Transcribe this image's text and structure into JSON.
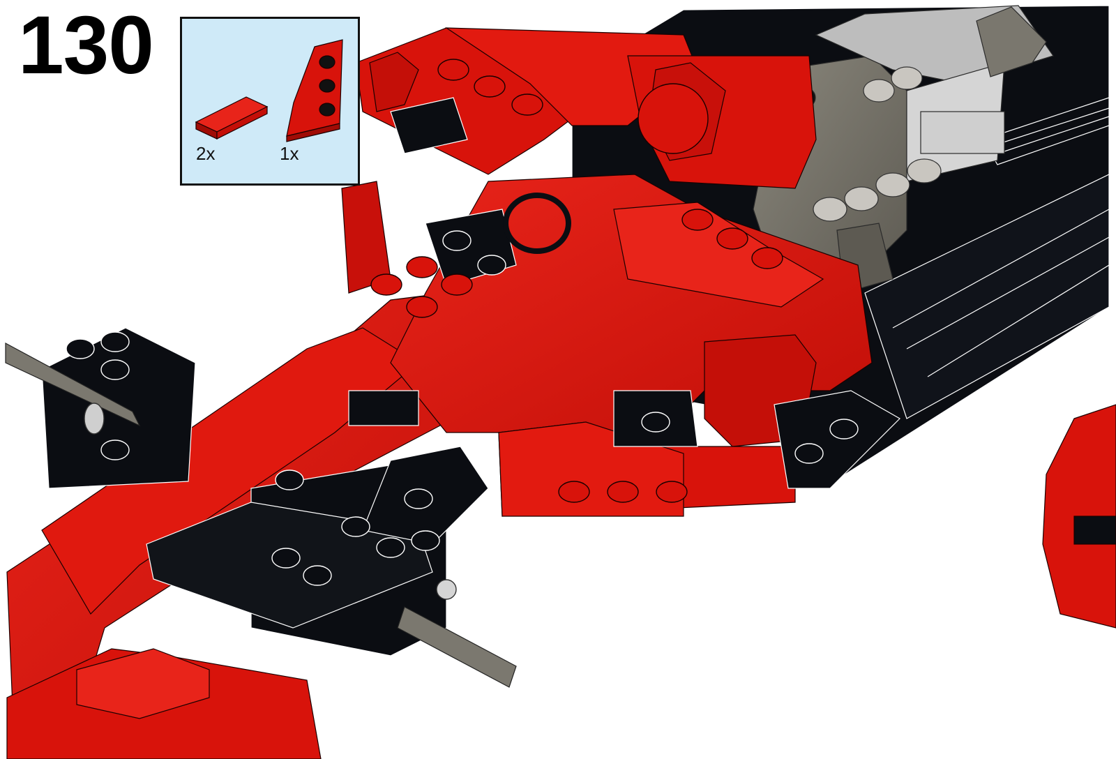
{
  "step": {
    "number": "130"
  },
  "parts_callout": {
    "parts": [
      {
        "icon": "red-tile-1x2-icon",
        "quantity": "2x"
      },
      {
        "icon": "red-wedge-plate-icon",
        "quantity": "1x"
      }
    ]
  },
  "colors": {
    "red": "#d8130b",
    "red_dark": "#a00c06",
    "black": "#0b0d12",
    "gray": "#6e6b62",
    "light_gray": "#c8c8c8",
    "callout_bg": "#cfeaf8"
  }
}
